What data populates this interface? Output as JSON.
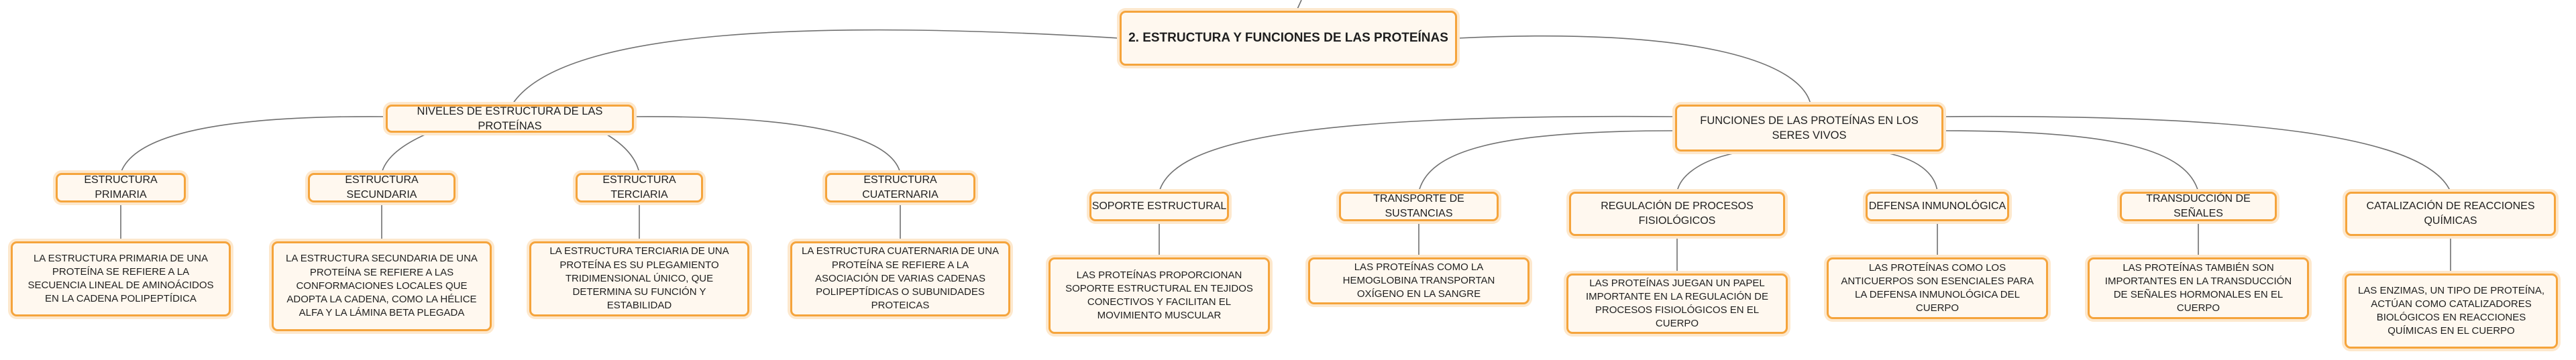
{
  "map": {
    "root": "2. ESTRUCTURA Y FUNCIONES DE LAS PROTEÍNAS",
    "levels": {
      "title": "NIVELES DE ESTRUCTURA DE LAS PROTEÍNAS",
      "items": [
        {
          "title": "ESTRUCTURA PRIMARIA",
          "detail": "LA ESTRUCTURA PRIMARIA DE UNA PROTEÍNA SE REFIERE A LA SECUENCIA LINEAL DE AMINOÁCIDOS EN LA CADENA POLIPEPTÍDICA"
        },
        {
          "title": "ESTRUCTURA SECUNDARIA",
          "detail": "LA ESTRUCTURA SECUNDARIA DE UNA PROTEÍNA SE REFIERE A LAS CONFORMACIONES LOCALES QUE ADOPTA LA CADENA, COMO LA HÉLICE ALFA Y LA LÁMINA BETA PLEGADA"
        },
        {
          "title": "ESTRUCTURA TERCIARIA",
          "detail": "LA ESTRUCTURA TERCIARIA DE UNA PROTEÍNA ES SU PLEGAMIENTO TRIDIMENSIONAL ÚNICO, QUE DETERMINA SU FUNCIÓN Y ESTABILIDAD"
        },
        {
          "title": "ESTRUCTURA CUATERNARIA",
          "detail": "LA ESTRUCTURA CUATERNARIA DE UNA PROTEÍNA SE REFIERE A LA ASOCIACIÓN DE VARIAS CADENAS POLIPEPTÍDICAS O SUBUNIDADES PROTEICAS"
        }
      ]
    },
    "functions": {
      "title": "FUNCIONES DE LAS PROTEÍNAS EN LOS SERES VIVOS",
      "items": [
        {
          "title": "SOPORTE ESTRUCTURAL",
          "detail": "LAS PROTEÍNAS PROPORCIONAN SOPORTE ESTRUCTURAL EN TEJIDOS CONECTIVOS Y FACILITAN EL MOVIMIENTO MUSCULAR"
        },
        {
          "title": "TRANSPORTE DE SUSTANCIAS",
          "detail": "LAS PROTEÍNAS COMO LA HEMOGLOBINA TRANSPORTAN OXÍGENO EN LA SANGRE"
        },
        {
          "title": "REGULACIÓN DE PROCESOS FISIOLÓGICOS",
          "detail": "LAS PROTEÍNAS JUEGAN UN PAPEL IMPORTANTE EN LA REGULACIÓN DE PROCESOS FISIOLÓGICOS EN EL CUERPO"
        },
        {
          "title": "DEFENSA INMUNOLÓGICA",
          "detail": "LAS PROTEÍNAS COMO LOS ANTICUERPOS SON ESENCIALES PARA LA DEFENSA INMUNOLÓGICA DEL CUERPO"
        },
        {
          "title": "TRANSDUCCIÓN DE SEÑALES",
          "detail": "LAS PROTEÍNAS TAMBIÉN SON IMPORTANTES EN LA TRANSDUCCIÓN DE SEÑALES HORMONALES EN EL CUERPO"
        },
        {
          "title": "CATALIZACIÓN DE REACCIONES QUÍMICAS",
          "detail": "LAS ENZIMAS, UN TIPO DE PROTEÍNA, ACTÚAN COMO CATALIZADORES BIOLÓGICOS EN REACCIONES QUÍMICAS EN EL CUERPO"
        }
      ]
    }
  },
  "colors": {
    "node_border": "#f5a43c",
    "node_fill": "#fff8ef",
    "connector": "#707070"
  }
}
